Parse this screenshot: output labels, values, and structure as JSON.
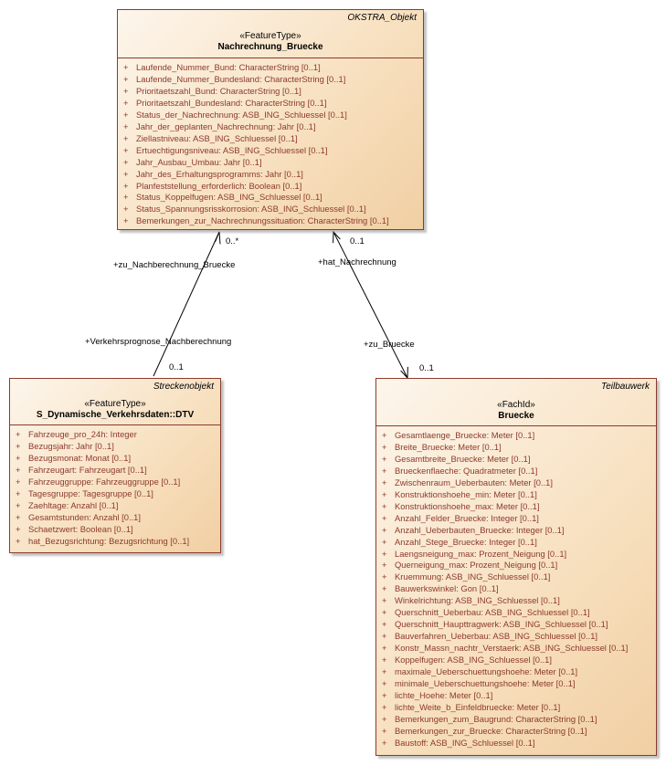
{
  "nachrechnung": {
    "package": "OKSTRA_Objekt",
    "stereotype": "«FeatureType»",
    "name": "Nachrechnung_Bruecke",
    "attributes": [
      {
        "vis": "+",
        "text": "Laufende_Nummer_Bund: CharacterString [0..1]"
      },
      {
        "vis": "+",
        "text": "Laufende_Nummer_Bundesland: CharacterString [0..1]"
      },
      {
        "vis": "+",
        "text": "Prioritaetszahl_Bund: CharacterString [0..1]"
      },
      {
        "vis": "+",
        "text": "Prioritaetszahl_Bundesland: CharacterString [0..1]"
      },
      {
        "vis": "+",
        "text": "Status_der_Nachrechnung: ASB_ING_Schluessel [0..1]"
      },
      {
        "vis": "+",
        "text": "Jahr_der_geplanten_Nachrechnung: Jahr [0..1]"
      },
      {
        "vis": "+",
        "text": "Ziellastniveau: ASB_ING_Schluessel [0..1]"
      },
      {
        "vis": "+",
        "text": "Ertuechtigungsniveau: ASB_ING_Schluessel [0..1]"
      },
      {
        "vis": "+",
        "text": "Jahr_Ausbau_Umbau: Jahr [0..1]"
      },
      {
        "vis": "+",
        "text": "Jahr_des_Erhaltungsprogramms: Jahr [0..1]"
      },
      {
        "vis": "+",
        "text": "Planfeststellung_erforderlich: Boolean [0..1]"
      },
      {
        "vis": "+",
        "text": "Status_Koppelfugen: ASB_ING_Schluessel [0..1]"
      },
      {
        "vis": "+",
        "text": "Status_Spannungsrisskorrosion: ASB_ING_Schluessel [0..1]"
      },
      {
        "vis": "+",
        "text": "Bemerkungen_zur_Nachrechnungssituation: CharacterString [0..1]"
      }
    ]
  },
  "dtv": {
    "package": "Streckenobjekt",
    "stereotype": "«FeatureType»",
    "name": "S_Dynamische_Verkehrsdaten::DTV",
    "attributes": [
      {
        "vis": "+",
        "text": "Fahrzeuge_pro_24h: Integer"
      },
      {
        "vis": "+",
        "text": "Bezugsjahr: Jahr [0..1]"
      },
      {
        "vis": "+",
        "text": "Bezugsmonat: Monat [0..1]"
      },
      {
        "vis": "+",
        "text": "Fahrzeugart: Fahrzeugart [0..1]"
      },
      {
        "vis": "+",
        "text": "Fahrzeuggruppe: Fahrzeuggruppe [0..1]"
      },
      {
        "vis": "+",
        "text": "Tagesgruppe: Tagesgruppe [0..1]"
      },
      {
        "vis": "+",
        "text": "Zaehltage: Anzahl [0..1]"
      },
      {
        "vis": "+",
        "text": "Gesamtstunden: Anzahl [0..1]"
      },
      {
        "vis": "+",
        "text": "Schaetzwert: Boolean [0..1]"
      },
      {
        "vis": "+",
        "text": "hat_Bezugsrichtung: Bezugsrichtung [0..1]"
      }
    ]
  },
  "bruecke": {
    "package": "Teilbauwerk",
    "stereotype": "«FachId»",
    "name": "Bruecke",
    "attributes": [
      {
        "vis": "+",
        "text": "Gesamtlaenge_Bruecke: Meter [0..1]"
      },
      {
        "vis": "+",
        "text": "Breite_Bruecke: Meter [0..1]"
      },
      {
        "vis": "+",
        "text": "Gesamtbreite_Bruecke: Meter [0..1]"
      },
      {
        "vis": "+",
        "text": "Brueckenflaeche: Quadratmeter [0..1]"
      },
      {
        "vis": "+",
        "text": "Zwischenraum_Ueberbauten: Meter [0..1]"
      },
      {
        "vis": "+",
        "text": "Konstruktionshoehe_min: Meter [0..1]"
      },
      {
        "vis": "+",
        "text": "Konstruktionshoehe_max: Meter [0..1]"
      },
      {
        "vis": "+",
        "text": "Anzahl_Felder_Bruecke: Integer [0..1]"
      },
      {
        "vis": "+",
        "text": "Anzahl_Ueberbauten_Bruecke: Integer [0..1]"
      },
      {
        "vis": "+",
        "text": "Anzahl_Stege_Bruecke: Integer [0..1]"
      },
      {
        "vis": "+",
        "text": "Laengsneigung_max: Prozent_Neigung [0..1]"
      },
      {
        "vis": "+",
        "text": "Querneigung_max: Prozent_Neigung [0..1]"
      },
      {
        "vis": "+",
        "text": "Kruemmung: ASB_ING_Schluessel [0..1]"
      },
      {
        "vis": "+",
        "text": "Bauwerkswinkel: Gon [0..1]"
      },
      {
        "vis": "+",
        "text": "Winkelrichtung: ASB_ING_Schluessel [0..1]"
      },
      {
        "vis": "+",
        "text": "Querschnitt_Ueberbau: ASB_ING_Schluessel [0..1]"
      },
      {
        "vis": "+",
        "text": "Querschnitt_Haupttragwerk: ASB_ING_Schluessel [0..1]"
      },
      {
        "vis": "+",
        "text": "Bauverfahren_Ueberbau: ASB_ING_Schluessel [0..1]"
      },
      {
        "vis": "+",
        "text": "Konstr_Massn_nachtr_Verstaerk: ASB_ING_Schluessel [0..1]"
      },
      {
        "vis": "+",
        "text": "Koppelfugen: ASB_ING_Schluessel [0..1]"
      },
      {
        "vis": "+",
        "text": "maximale_Ueberschuettungshoehe: Meter [0..1]"
      },
      {
        "vis": "+",
        "text": "minimale_Ueberschuettungshoehe: Meter [0..1]"
      },
      {
        "vis": "+",
        "text": "lichte_Hoehe: Meter [0..1]"
      },
      {
        "vis": "+",
        "text": "lichte_Weite_b_Einfeldbruecke: Meter [0..1]"
      },
      {
        "vis": "+",
        "text": "Bemerkungen_zum_Baugrund: CharacterString [0..1]"
      },
      {
        "vis": "+",
        "text": "Bemerkungen_zur_Bruecke: CharacterString [0..1]"
      },
      {
        "vis": "+",
        "text": "Baustoff: ASB_ING_Schluessel [0..1]"
      }
    ]
  },
  "associations": {
    "left": {
      "role_top": "+zu_Nachberechnung_Bruecke",
      "mult_top": "0..*",
      "role_bottom": "+Verkehrsprognose_Nachberechnung",
      "mult_bottom": "0..1"
    },
    "right": {
      "role_top": "+hat_Nachrechnung",
      "mult_top": "0..1",
      "role_bottom": "+zu_Bruecke",
      "mult_bottom": "0..1"
    }
  },
  "colors": {
    "border": "#8c3a2d",
    "attribute_text": "#8c3a2d",
    "fill_light": "#fdf6ec",
    "fill_dark": "#f1cfa3"
  }
}
